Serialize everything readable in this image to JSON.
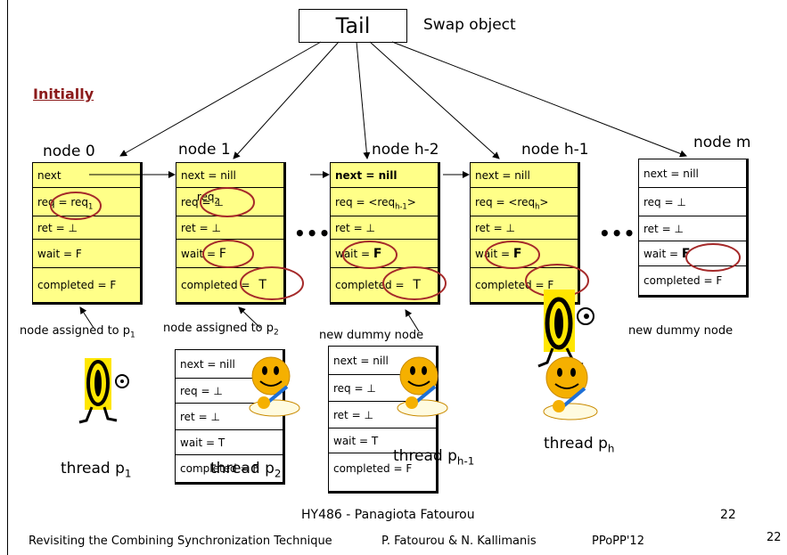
{
  "tail": {
    "label": "Tail",
    "caption": "Swap object"
  },
  "initially": "Initially",
  "nodes": [
    {
      "title": "node 0",
      "next": "next",
      "req": "req = ",
      "req_over": "req",
      "req_sub": "1",
      "ret": "ret = ⊥",
      "wait": "wait = F",
      "completed": "completed = F"
    },
    {
      "title": "node 1",
      "next": "next = nill",
      "req": "req = ⊥",
      "req_over": "req",
      "req_sub": "2",
      "ret": "ret = ⊥",
      "wait": "wait = ",
      "wait_val": "F",
      "completed": "completed = ",
      "completed_val": "T"
    },
    {
      "title": "node h-2",
      "next": "next = nill",
      "req": "req = <req",
      "req_sub": "h-1",
      "req_end": ">",
      "ret": "ret = ⊥",
      "wait": "wait = ",
      "wait_val": "F",
      "completed": "completed = ",
      "completed_val": "T"
    },
    {
      "title": "node h-1",
      "next": "next = nill",
      "req": "req = <req",
      "req_sub": "h",
      "req_end": ">",
      "ret": "ret = ⊥",
      "wait": "wait = ",
      "wait_val": "F",
      "completed": "completed = F"
    },
    {
      "title": "node m",
      "next": "next = nill",
      "req": "req = ⊥",
      "ret": "ret = ⊥",
      "wait": "wait = ",
      "wait_val": "F",
      "completed": "completed = F"
    }
  ],
  "lower_nodes": [
    {
      "next": "next = nill",
      "req": "req = ⊥",
      "ret": "ret = ⊥",
      "wait": "wait = T",
      "completed": "completed = F"
    },
    {
      "next": "next = nill",
      "req": "req = ⊥",
      "ret": "ret = ⊥",
      "wait": "wait = T",
      "completed": "completed = F"
    }
  ],
  "ellipsis": "•••",
  "labels": {
    "assigned_p1": "node assigned to p",
    "p1_sub": "1",
    "assigned_p2": "node assigned to p",
    "p2_sub": "2",
    "dummy1": "new dummy node",
    "dummy2": "new dummy node"
  },
  "threads": [
    {
      "label": "thread p",
      "sub": "1"
    },
    {
      "label": "thread p",
      "sub": "2"
    },
    {
      "label": "thread p",
      "sub": "h-1"
    },
    {
      "label": "thread p",
      "sub": "h"
    }
  ],
  "footer": {
    "course": "HY486 - Panagiota Fatourou",
    "page_inner": "22",
    "talk": "Revisiting the Combining Synchronization Technique",
    "authors": "P. Fatourou & N. Kallimanis",
    "venue": "PPoPP'12",
    "page_outer": "22"
  },
  "colors": {
    "node_fill": "#ffff88",
    "ellipse": "#a52a2a",
    "figure": "#ffe600",
    "heading": "#8b1a1a"
  }
}
